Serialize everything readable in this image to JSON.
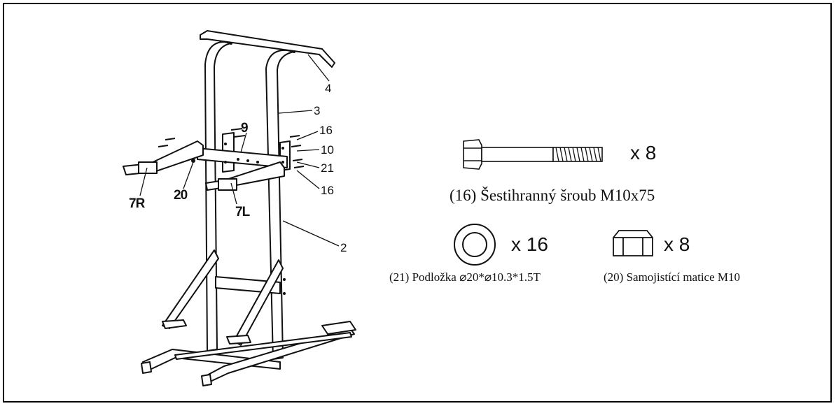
{
  "callouts": {
    "c4": "4",
    "c3": "3",
    "c9": "9",
    "c16a": "16",
    "c10": "10",
    "c21": "21",
    "c16b": "16",
    "c7R": "7R",
    "c20": "20",
    "c7L": "7L",
    "c2": "2"
  },
  "parts": {
    "bolt": {
      "qty": "x 8",
      "caption": "(16) Šestihranný šroub M10x75"
    },
    "washer": {
      "qty": "x 16",
      "caption": "(21) Podložka ⌀20*⌀10.3*1.5T"
    },
    "nut": {
      "qty": "x 8",
      "caption": "(20) Samojistící matice M10"
    }
  }
}
